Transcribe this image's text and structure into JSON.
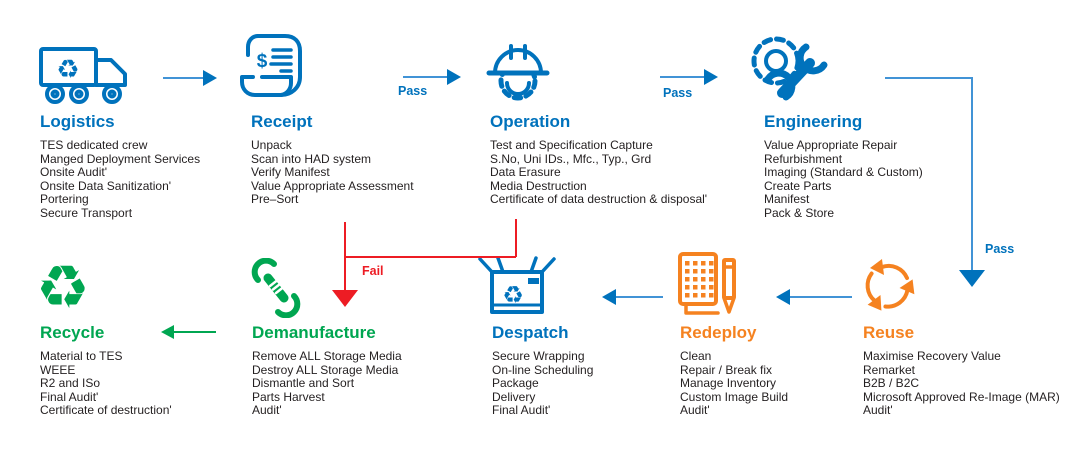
{
  "palette": {
    "blue": "#0072bc",
    "light_blue_line": "#4193d6",
    "orange": "#f58220",
    "green": "#00a651",
    "red": "#ed1c24",
    "body_text": "#231f20",
    "background": "#ffffff"
  },
  "stages": [
    {
      "id": "logistics",
      "title": "Logistics",
      "color": "blue",
      "icon": "truck-icon",
      "items": [
        "TES dedicated crew",
        "Manged Deployment Services",
        "Onsite Audit'",
        "Onsite Data Sanitization'",
        "Portering",
        "Secure Transport"
      ]
    },
    {
      "id": "receipt",
      "title": "Receipt",
      "color": "blue",
      "icon": "receipt-scroll-icon",
      "items": [
        "Unpack",
        "Scan into HAD system",
        "Verify Manifest",
        "Value Appropriate Assessment",
        "Pre–Sort"
      ]
    },
    {
      "id": "operation",
      "title": "Operation",
      "color": "blue",
      "icon": "hardhat-gear-icon",
      "items": [
        "Test and Specification Capture",
        "S.No, Uni IDs., Mfc., Typ., Grd",
        "Data Erasure",
        "Media Destruction",
        "Certificate of data destruction & disposal'"
      ]
    },
    {
      "id": "engineering",
      "title": "Engineering",
      "color": "blue",
      "icon": "gear-wrench-icon",
      "items": [
        "Value Appropriate Repair",
        "Refurbishment",
        "Imaging (Standard & Custom)",
        "Create Parts",
        "Manifest",
        "Pack & Store"
      ]
    },
    {
      "id": "reuse",
      "title": "Reuse",
      "color": "orange",
      "icon": "circular-arrows-icon",
      "items": [
        "Maximise Recovery Value",
        "Remarket",
        "B2B / B2C",
        "Microsoft Approved Re-Image (MAR)",
        "Audit'"
      ]
    },
    {
      "id": "redeploy",
      "title": "Redeploy",
      "color": "orange",
      "icon": "calculator-pencil-icon",
      "items": [
        "Clean",
        "Repair / Break fix",
        "Manage Inventory",
        "Custom Image Build",
        "Audit'"
      ]
    },
    {
      "id": "despatch",
      "title": "Despatch",
      "color": "blue",
      "icon": "open-box-icon",
      "items": [
        "Secure Wrapping",
        "On-line Scheduling",
        "Package",
        "Delivery",
        "Final Audit'"
      ]
    },
    {
      "id": "demanufacture",
      "title": "Demanufacture",
      "color": "green",
      "icon": "hand-wrench-icon",
      "items": [
        "Remove ALL Storage Media",
        "Destroy ALL Storage Media",
        "Dismantle and Sort",
        "Parts Harvest",
        "Audit'"
      ]
    },
    {
      "id": "recycle",
      "title": "Recycle",
      "color": "green",
      "icon": "recycle-symbol-icon",
      "items": [
        "Material to TES",
        "WEEE",
        "R2 and ISo",
        "Final Audit'",
        "Certificate of destruction'"
      ]
    }
  ],
  "connectors": [
    {
      "id": "logistics-to-receipt",
      "label": "",
      "color": "blue"
    },
    {
      "id": "receipt-to-operation",
      "label": "Pass",
      "color": "blue"
    },
    {
      "id": "operation-to-engineering",
      "label": "Pass",
      "color": "blue"
    },
    {
      "id": "engineering-to-reuse",
      "label": "Pass",
      "color": "blue"
    },
    {
      "id": "reuse-to-redeploy",
      "label": "",
      "color": "blue"
    },
    {
      "id": "redeploy-to-despatch",
      "label": "",
      "color": "blue"
    },
    {
      "id": "fail-to-demanufacture",
      "label": "Fail",
      "color": "red"
    },
    {
      "id": "demanufacture-to-recycle",
      "label": "",
      "color": "green"
    }
  ]
}
